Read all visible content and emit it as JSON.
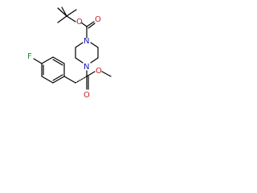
{
  "molecule": {
    "atoms": {
      "n_top": "N",
      "n_bottom": "N",
      "o_carbamate_carbonyl": "O",
      "o_carbamate_ether": "O",
      "o_ester_ether": "O",
      "o_ester_carbonyl": "O",
      "fluorine": "F"
    },
    "colors": {
      "bond": "#000000",
      "nitrogen": "#1a1ab0",
      "oxygen": "#c81e1e",
      "fluorine": "#2a8a2a"
    }
  }
}
